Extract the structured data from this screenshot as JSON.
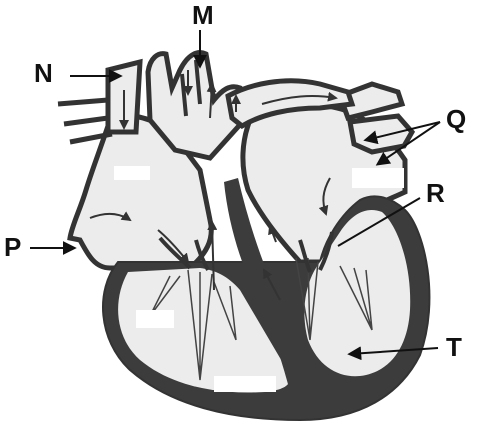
{
  "diagram": {
    "labels": {
      "m": "M",
      "n": "N",
      "p": "P",
      "q": "Q",
      "r": "R",
      "t": "T"
    },
    "colors": {
      "line": "#333333",
      "fill": "#ececec",
      "wall": "#3c3c3c",
      "blank": "#ffffff"
    }
  }
}
